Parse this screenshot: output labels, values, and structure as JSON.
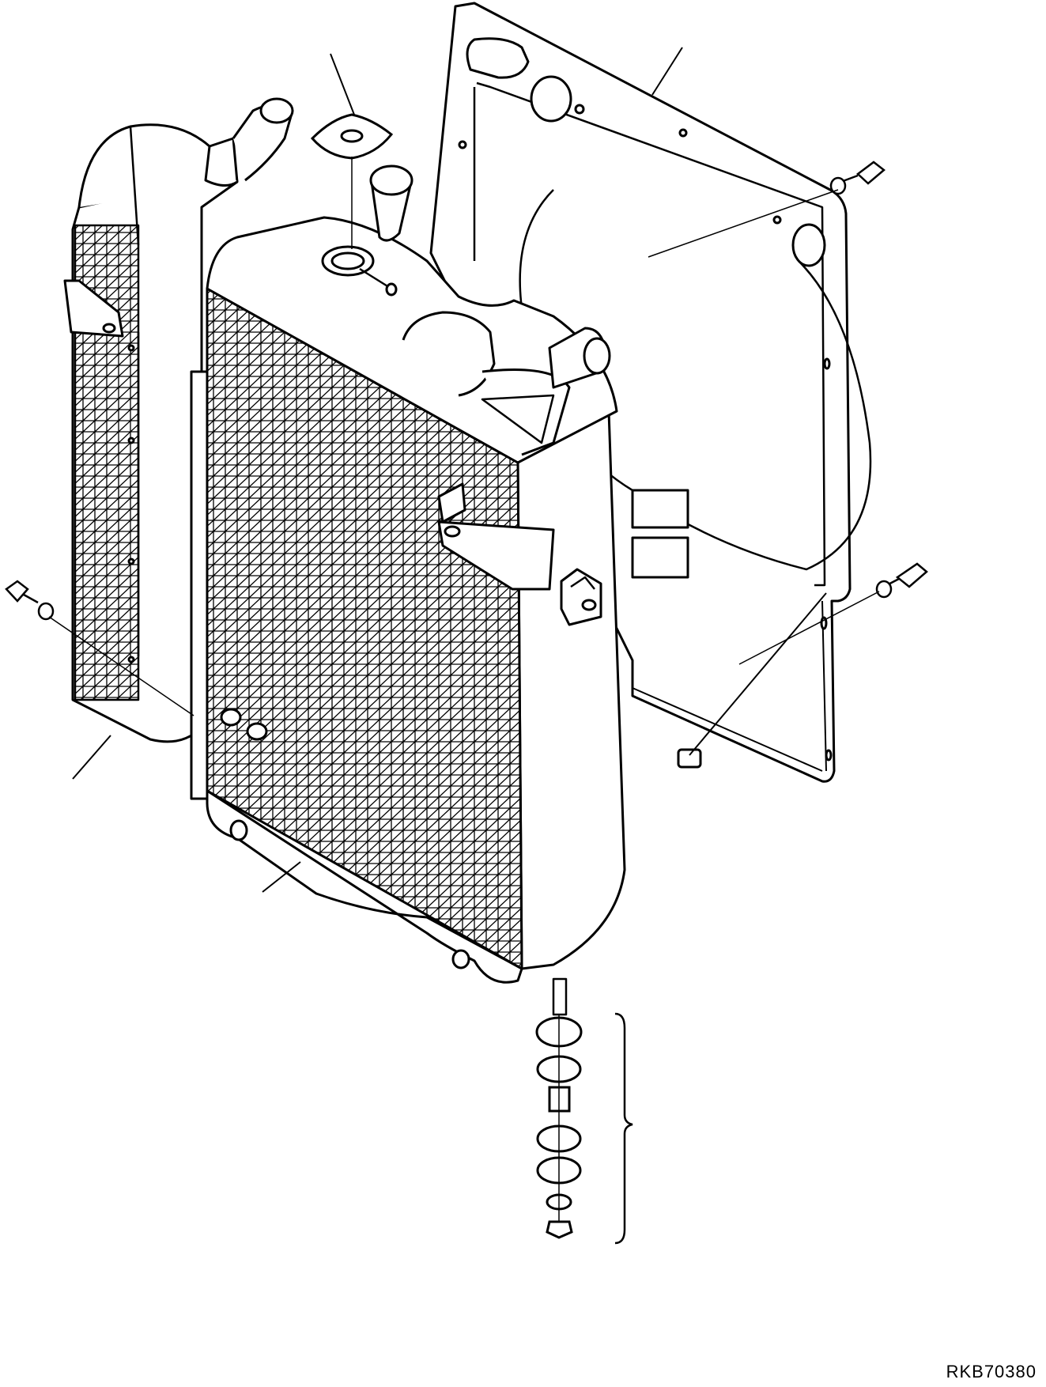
{
  "drawing": {
    "code": "RKB70380",
    "parts": [
      "aftercooler",
      "radiator",
      "radiator-cap",
      "fan-shroud",
      "mounting-bolt",
      "washer",
      "rubber-mount-stack"
    ],
    "line_color": "#000000",
    "background_color": "#ffffff"
  }
}
